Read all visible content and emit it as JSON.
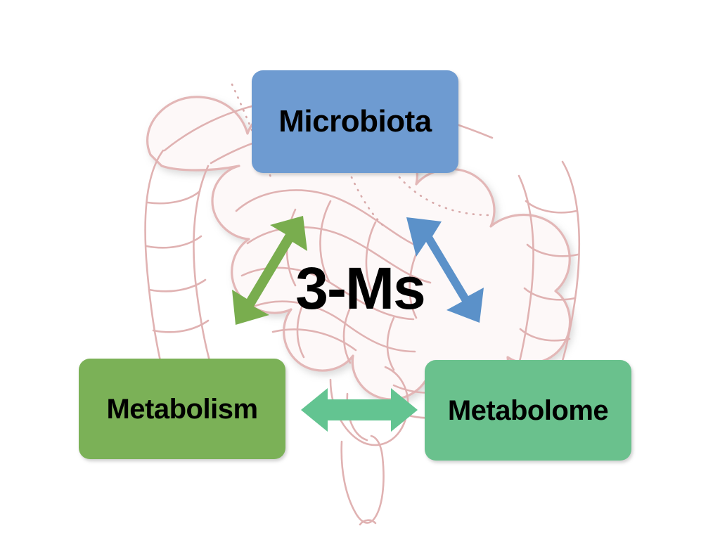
{
  "figure": {
    "center_label": "3-Ms",
    "background_illustration": "human-intestine-outline",
    "background_line_color": "#e3b7b7"
  },
  "boxes": [
    {
      "id": "microbiota",
      "label": "Microbiota",
      "color": "#6E9BD1",
      "position": "top-center"
    },
    {
      "id": "metabolism",
      "label": "Metabolism",
      "color": "#7BB157",
      "position": "bottom-left"
    },
    {
      "id": "metabolome",
      "label": "Metabolome",
      "color": "#6AC18D",
      "position": "bottom-right"
    }
  ],
  "arrows": [
    {
      "id": "microbiota-metabolism",
      "name": "green-double-arrow",
      "color": "#79AD4E",
      "direction": "double",
      "orientation": "diagonal-up-right",
      "connects": [
        "Metabolism",
        "Microbiota"
      ]
    },
    {
      "id": "microbiota-metabolome",
      "name": "blue-double-arrow",
      "color": "#5B91C9",
      "direction": "double",
      "orientation": "diagonal-down-right",
      "connects": [
        "Microbiota",
        "Metabolome"
      ]
    },
    {
      "id": "metabolism-metabolome",
      "name": "teal-double-arrow",
      "color": "#63C491",
      "direction": "double",
      "orientation": "horizontal",
      "connects": [
        "Metabolism",
        "Metabolome"
      ]
    }
  ]
}
